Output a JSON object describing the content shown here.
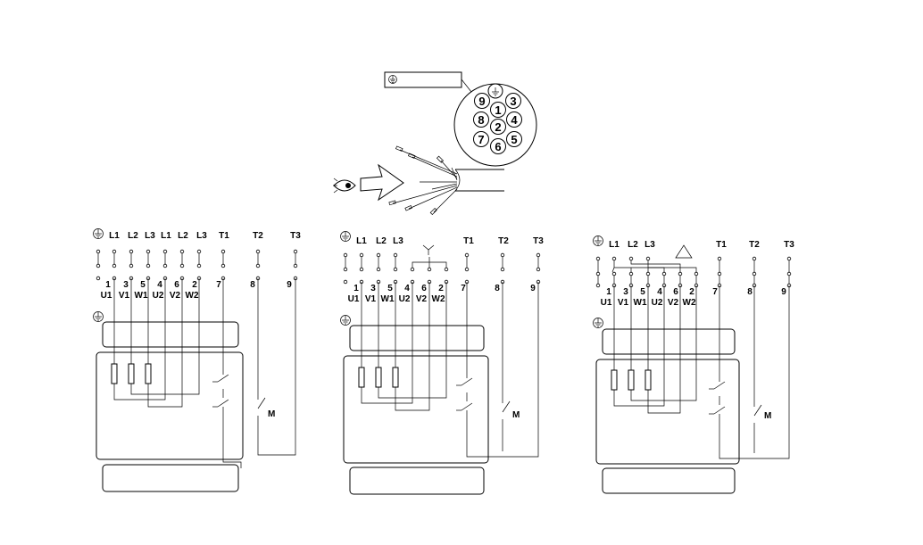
{
  "connector": {
    "pins": [
      {
        "label": "9",
        "pos": "top-left"
      },
      {
        "label": "3",
        "pos": "top-right"
      },
      {
        "label": "1",
        "pos": "upper-center"
      },
      {
        "label": "8",
        "pos": "mid-left"
      },
      {
        "label": "4",
        "pos": "mid-right"
      },
      {
        "label": "2",
        "pos": "center"
      },
      {
        "label": "7",
        "pos": "lower-left"
      },
      {
        "label": "5",
        "pos": "lower-right"
      },
      {
        "label": "6",
        "pos": "bottom"
      }
    ]
  },
  "diagrams": [
    {
      "id": "separate",
      "top_labels": [
        "L1",
        "L2",
        "L3",
        "L1",
        "L2",
        "L3",
        "T1",
        "T2",
        "T3"
      ],
      "numbers": [
        "1",
        "3",
        "5",
        "4",
        "6",
        "2",
        "7",
        "8",
        "9"
      ],
      "windings": [
        "U1",
        "V1",
        "W1",
        "U2",
        "V2",
        "W2"
      ],
      "switch_label": "M"
    },
    {
      "id": "star",
      "top_labels": [
        "L1",
        "L2",
        "L3",
        "T1",
        "T2",
        "T3"
      ],
      "numbers": [
        "1",
        "3",
        "5",
        "4",
        "6",
        "2",
        "7",
        "8",
        "9"
      ],
      "windings": [
        "U1",
        "V1",
        "W1",
        "U2",
        "V2",
        "W2"
      ],
      "switch_label": "M"
    },
    {
      "id": "delta",
      "top_labels": [
        "L1",
        "L2",
        "L3",
        "T1",
        "T2",
        "T3"
      ],
      "numbers": [
        "1",
        "3",
        "5",
        "4",
        "6",
        "2",
        "7",
        "8",
        "9"
      ],
      "windings": [
        "U1",
        "V1",
        "W1",
        "U2",
        "V2",
        "W2"
      ],
      "switch_label": "M"
    }
  ]
}
